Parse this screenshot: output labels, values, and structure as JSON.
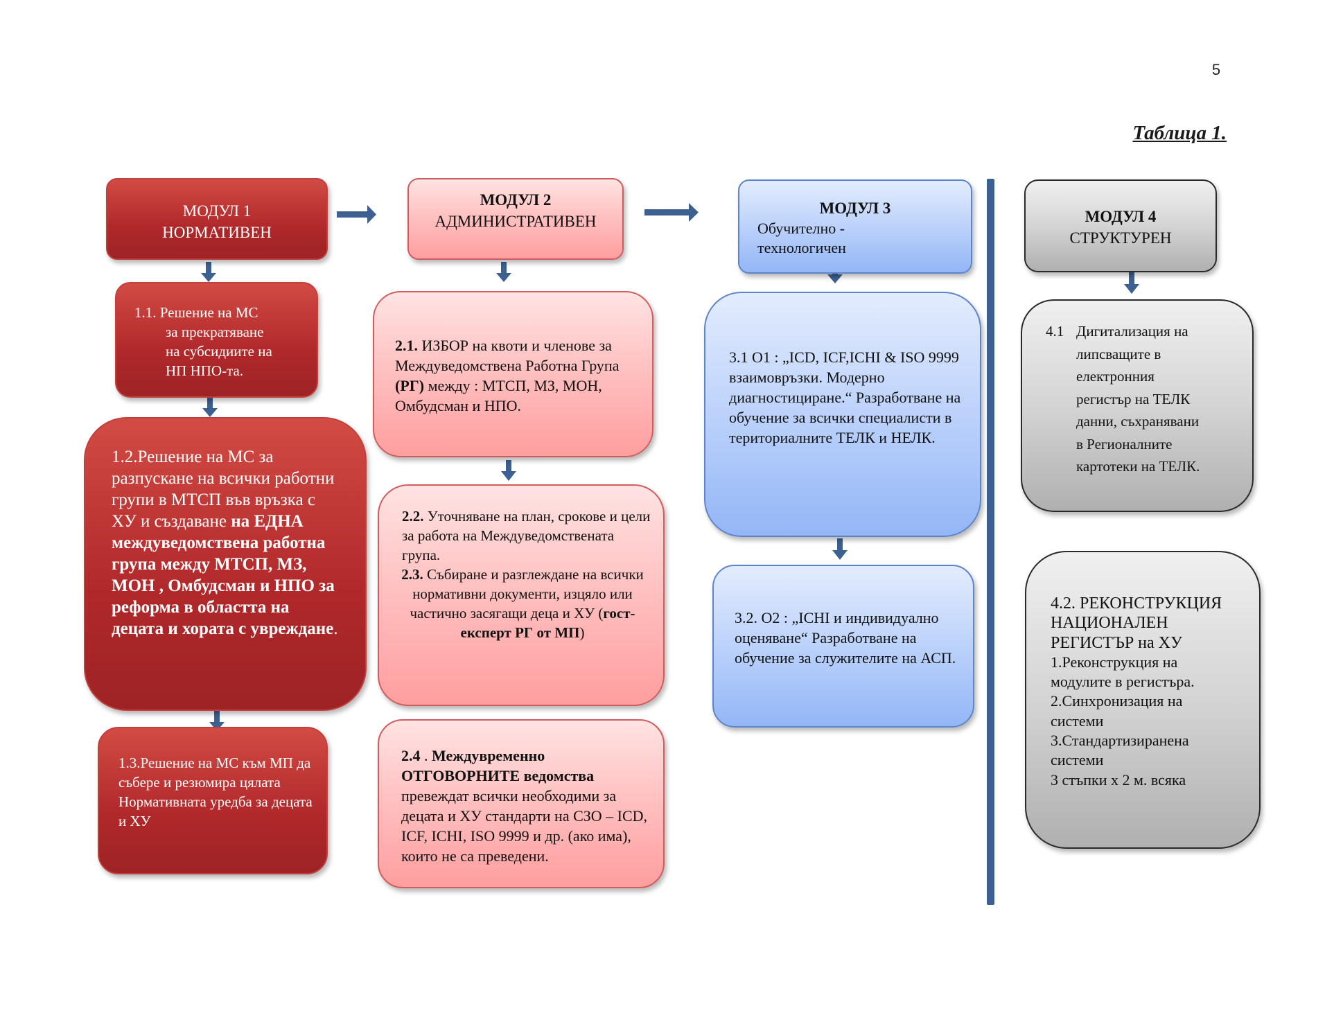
{
  "page_number": "5",
  "table_label": "Таблица 1.",
  "module1": {
    "header": [
      "МОДУЛ 1",
      "НОРМАТИВЕН"
    ],
    "b11": [
      "1.1. Решение  на МС",
      "за прекратяване",
      "на субсидиите на",
      "НП НПО-та."
    ],
    "b12_regular": "1.2.Решение на МС за разпускане на всички работни групи в МТСП във връзка с ХУ и създаване ",
    "b12_bold": "на ЕДНА междуведомствена работна група между МТСП, МЗ, МОН , Омбудсман и НПО за реформа в областта на децата и хората с увреждане",
    "b12_end": ".",
    "b13": "1.3.Решение на МС към МП да събере и резюмира цялата Нормативната уредба за децата и ХУ"
  },
  "module2": {
    "title": "МОДУЛ 2",
    "subtitle": "АДМИНИСТРАТИВЕН",
    "b21_num": "2.1.",
    "b21_text1": " ИЗБОР на квоти  и членове за  Междуведомствена  Работна Група ",
    "b21_bold": "(РГ)",
    "b21_text2": "  между : МТСП, МЗ, МОН, Омбудсман и НПО.",
    "b22_num": "2.2.",
    "b22_text": " Уточняване на  план, срокове и цели за работа на Междуведомствената група.",
    "b23_num": "2.3.",
    "b23_text": " Събиране и разглеждане на всички нормативни документи, изцяло или частично засягащи деца и ХУ (",
    "b23_bold": "гост- експерт РГ от МП",
    "b23_end": ")",
    "b24_num": "2.4",
    "b24_mid": " . ",
    "b24_bold1": "Междувременно",
    "b24_bold2": "ОТГОВОРНИТЕ ведомства",
    "b24_text": "превеждат  всички необходими за децата и ХУ стандарти на СЗО – ICD, ICF, ICHI, ISO 9999 и др. (ако има), които не са преведени."
  },
  "module3": {
    "title": "МОДУЛ 3",
    "subtitle": [
      "Обучително -",
      "технологичен"
    ],
    "b31": "3.1 О1 :  „ICD, ICF,ICHI  & ISO 9999 взаимовръзки. Модерно диагностициране.“ Разработване  на обучение за всички специалисти в териториалните  ТЕЛК и НЕЛК.",
    "b32": "3.2. О2 : „ICHI и индивидуално оценяване“ Разработване на обучение за служителите на АСП."
  },
  "module4": {
    "title": "МОДУЛ 4",
    "subtitle": "СТРУКТУРЕН",
    "b41_num": "4.1",
    "b41_lines": [
      "Дигитализация на",
      "липсващите в",
      "електронния",
      "регистър на ТЕЛК",
      "данни, съхранявани",
      "в Регионалните",
      "картотеки на ТЕЛК."
    ],
    "b42": [
      "4.2. РЕКОНСТРУКЦИЯ",
      "НАЦИОНАЛЕН",
      "РЕГИСТЪР на ХУ",
      "1.Реконструкция на",
      "модулите в регистъра.",
      "2.Синхронизация на",
      "системи",
      "3.Стандартизиранена",
      "системи",
      "3 стъпки х 2 м. всяка"
    ]
  },
  "colors": {
    "red": "#b0282a",
    "pink": "#ffb3b4",
    "blue": "#bcd2fb",
    "gray": "#d4d4d4",
    "arrow": "#3c6190"
  }
}
